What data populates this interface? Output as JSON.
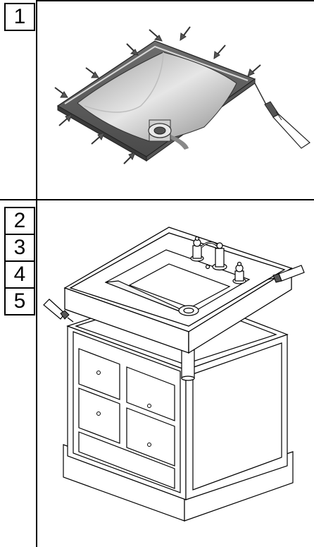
{
  "steps": {
    "panel1": [
      "1"
    ],
    "panel2": [
      "2",
      "3",
      "4",
      "5"
    ]
  }
}
